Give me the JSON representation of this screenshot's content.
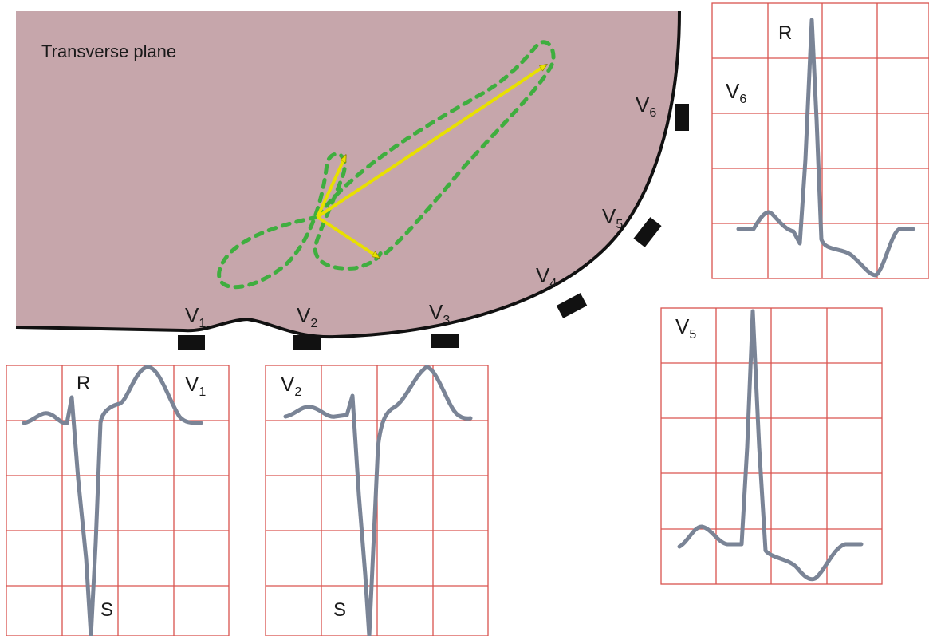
{
  "diagram": {
    "plane_label": "Transverse plane",
    "leads": {
      "v1": {
        "main": "V",
        "sub": "1"
      },
      "v2": {
        "main": "V",
        "sub": "2"
      },
      "v3": {
        "main": "V",
        "sub": "3"
      },
      "v4": {
        "main": "V",
        "sub": "4"
      },
      "v5": {
        "main": "V",
        "sub": "5"
      },
      "v6": {
        "main": "V",
        "sub": "6"
      }
    },
    "wave_labels": {
      "r": "R",
      "s": "S"
    },
    "colors": {
      "chest": "#c6a6ab",
      "grid": "#d9534f",
      "trace": "#7a8496",
      "loop": "#3fae3f",
      "vector": "#e8e000",
      "outline": "#111111"
    }
  }
}
